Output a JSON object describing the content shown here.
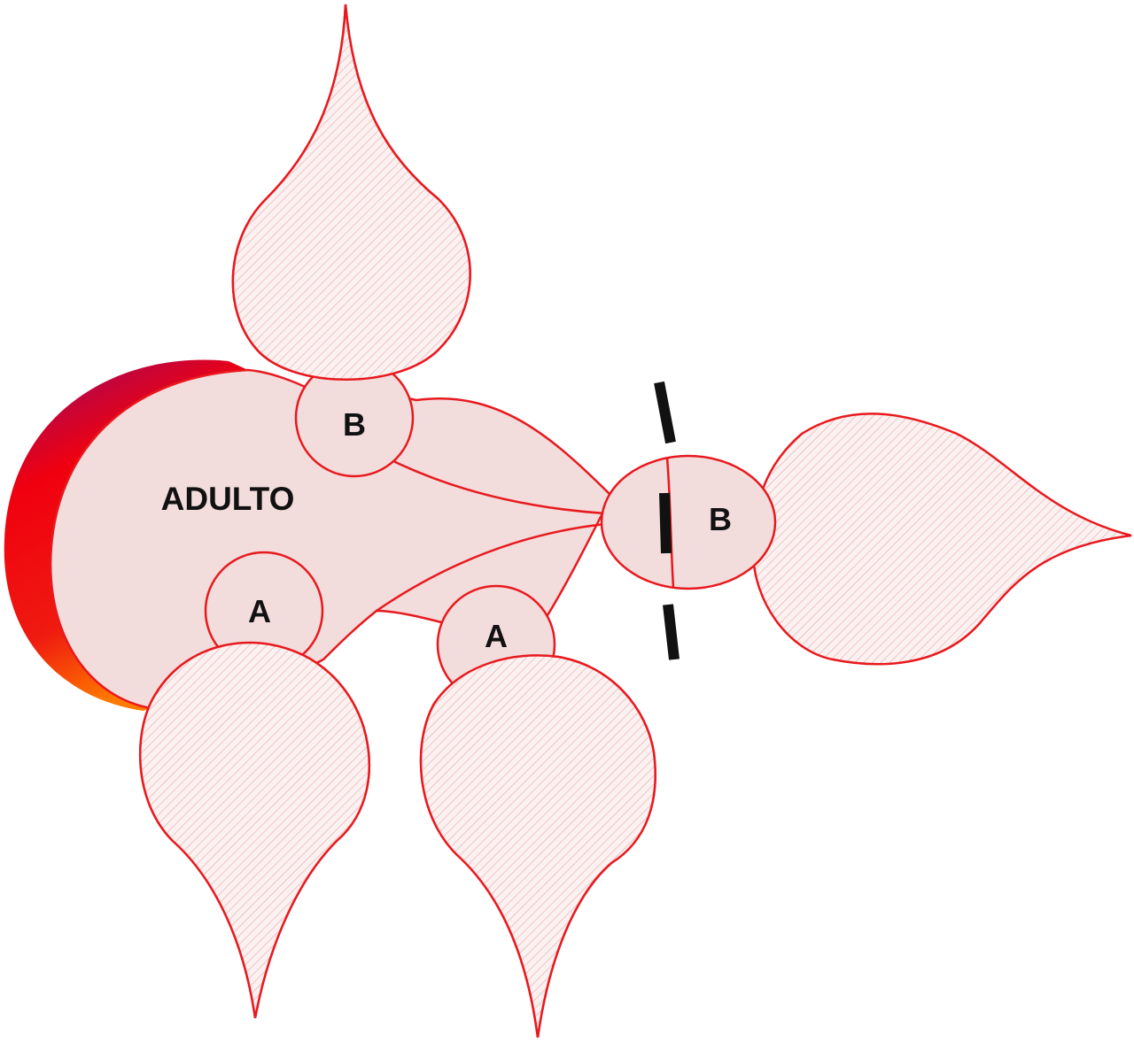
{
  "diagram": {
    "adult_label": "ADULTO",
    "node_b_upper": "B",
    "node_b_right": "B",
    "node_a_left": "A",
    "node_a_right": "A"
  },
  "colors": {
    "outline": "#e8191e",
    "body_fill": "#f3dcdc",
    "hatch_line": "#eab2b2",
    "cut_mark": "#111111",
    "rim_gradient": [
      "#8e0b6e",
      "#f0000f",
      "#ff7a00"
    ]
  }
}
